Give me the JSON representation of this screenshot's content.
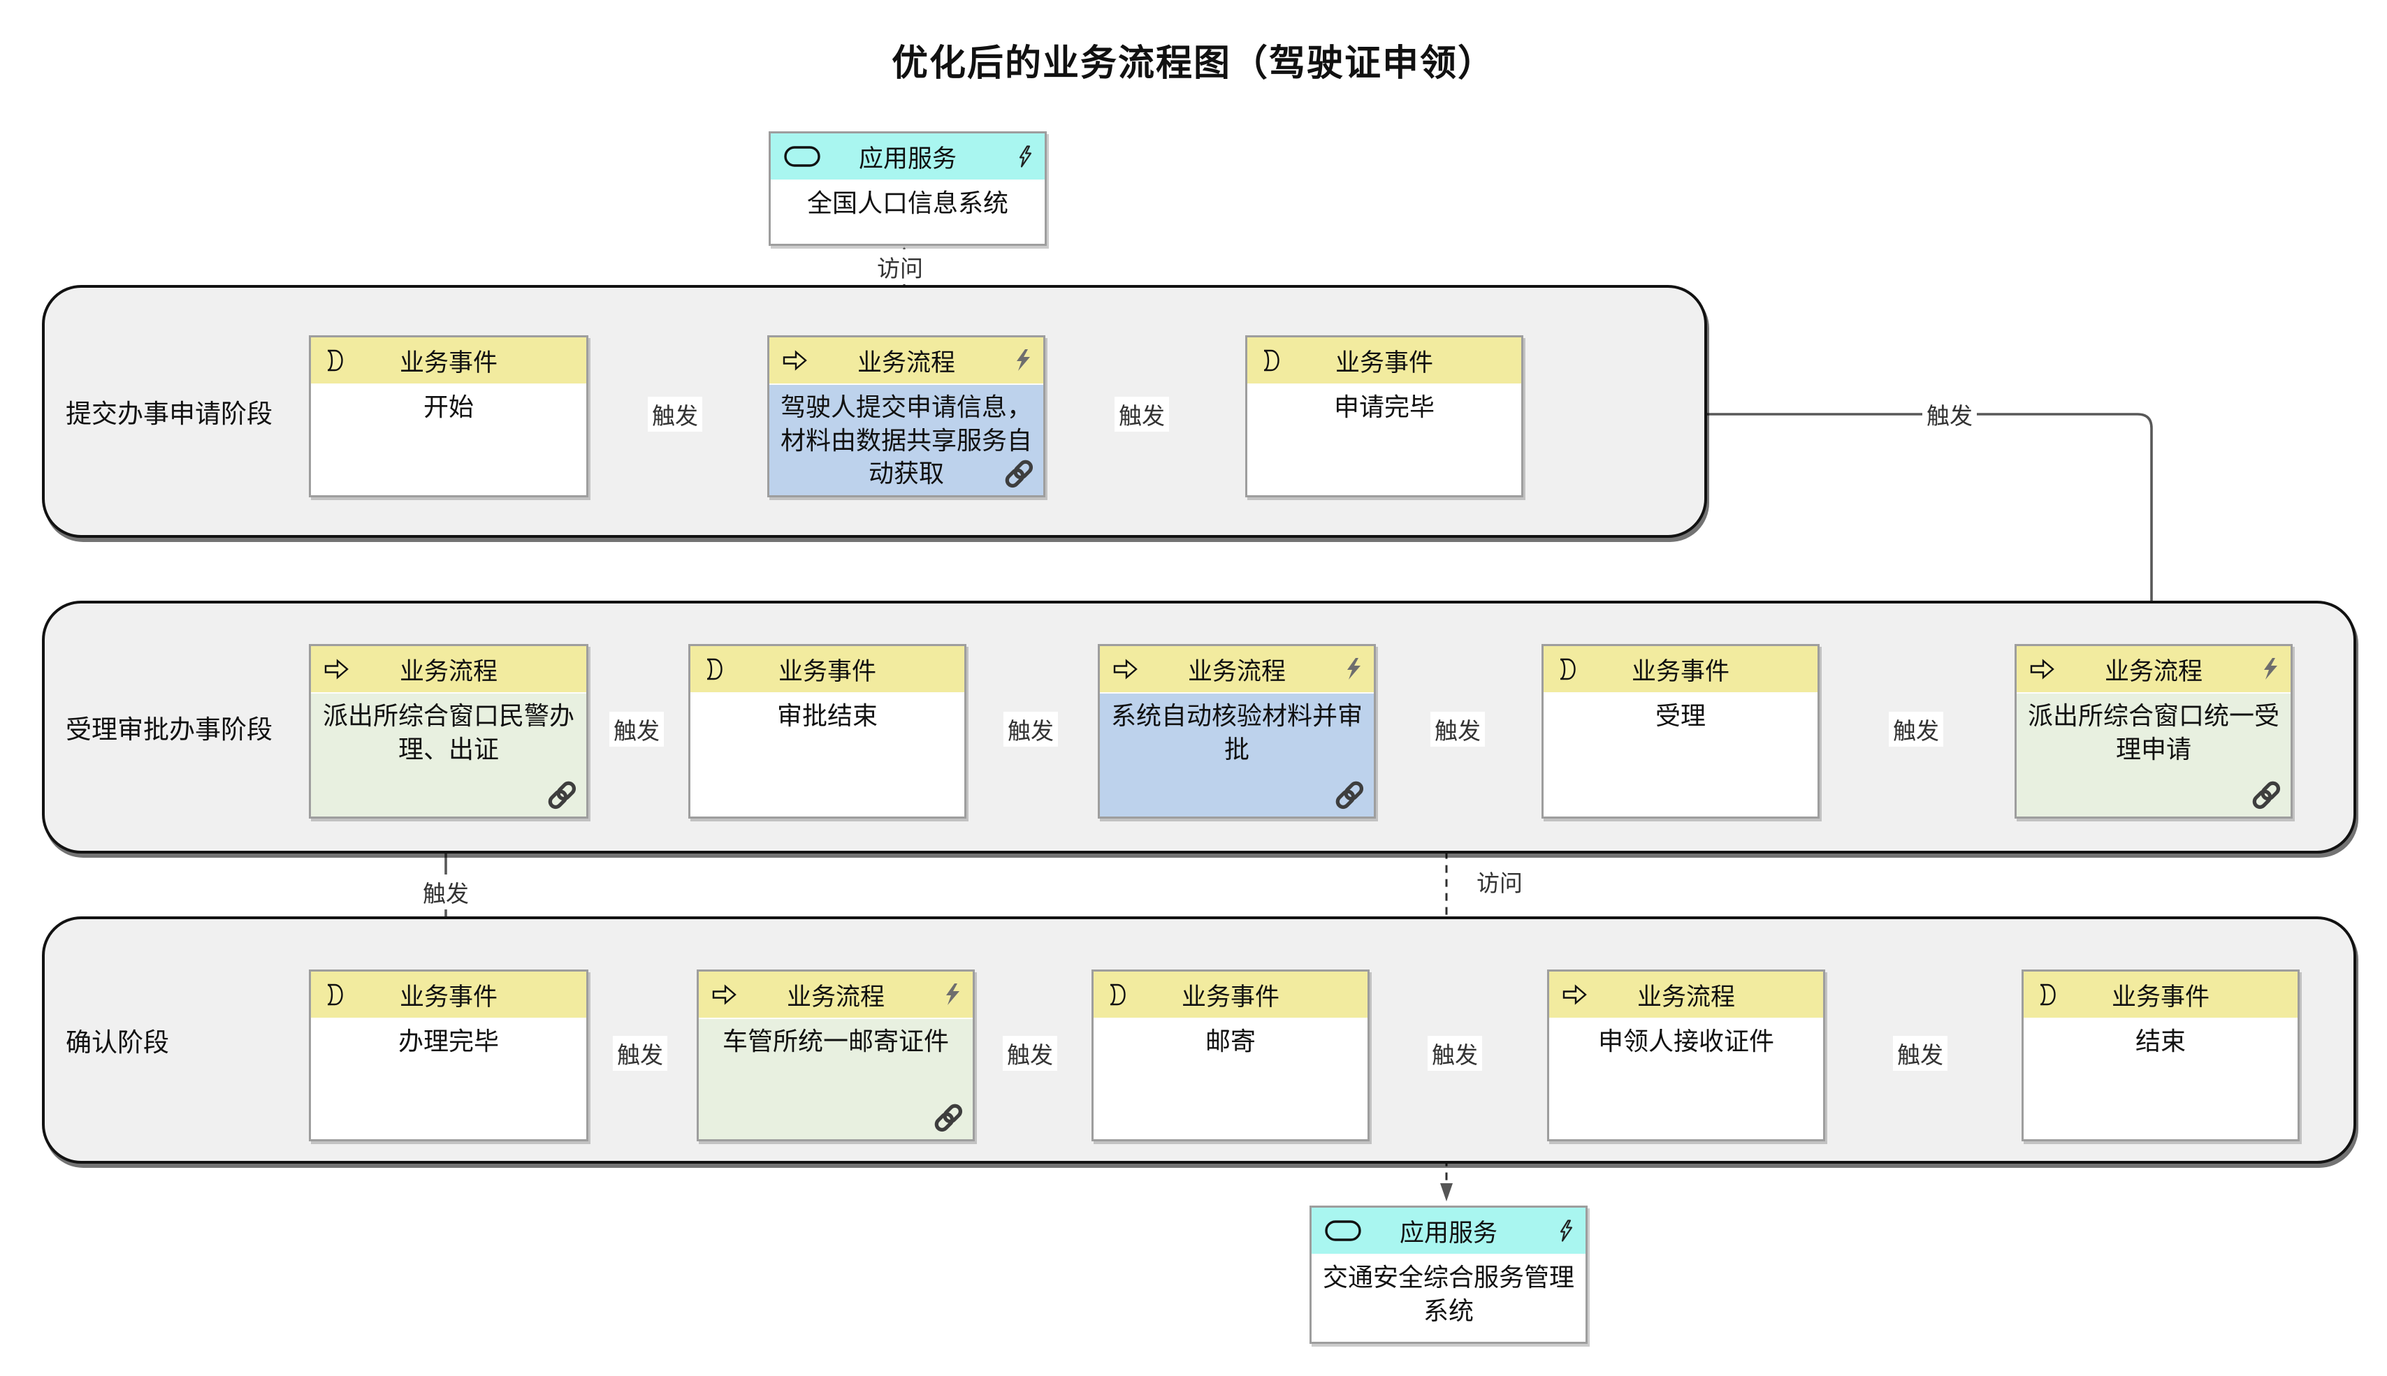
{
  "title": "优化后的业务流程图（驾驶证申领）",
  "lanes": [
    {
      "label": "提交办事申请阶段"
    },
    {
      "label": "受理审批办事阶段"
    },
    {
      "label": "确认阶段"
    }
  ],
  "services": {
    "top": {
      "type_label": "应用服务",
      "name": "全国人口信息系统"
    },
    "bottom": {
      "type_label": "应用服务",
      "name": "交通安全综合服务管理系统"
    }
  },
  "nodes": {
    "start": {
      "type_label": "业务事件",
      "name": "开始"
    },
    "submit": {
      "type_label": "业务流程",
      "name": "驾驶人提交申请信息，材料由数据共享服务自动获取"
    },
    "application_complete": {
      "type_label": "业务事件",
      "name": "申请完毕"
    },
    "police_window": {
      "type_label": "业务流程",
      "name": "派出所综合窗口民警办理、出证"
    },
    "approval_end": {
      "type_label": "业务事件",
      "name": "审批结束"
    },
    "auto_verify": {
      "type_label": "业务流程",
      "name": "系统自动核验材料并审批"
    },
    "accept": {
      "type_label": "业务事件",
      "name": "受理"
    },
    "unified_accept": {
      "type_label": "业务流程",
      "name": "派出所综合窗口统一受理申请"
    },
    "handling_complete": {
      "type_label": "业务事件",
      "name": "办理完毕"
    },
    "mail_certificate": {
      "type_label": "业务流程",
      "name": "车管所统一邮寄证件"
    },
    "mail": {
      "type_label": "业务事件",
      "name": "邮寄"
    },
    "receive_certificate": {
      "type_label": "业务流程",
      "name": "申领人接收证件"
    },
    "end": {
      "type_label": "业务事件",
      "name": "结束"
    }
  },
  "edges": [
    {
      "from": "start",
      "to": "submit",
      "label": "触发"
    },
    {
      "from": "submit",
      "to": "application_complete",
      "label": "触发"
    },
    {
      "from": "application_complete",
      "to": "unified_accept",
      "label": "触发"
    },
    {
      "from": "submit",
      "to": "national_population_system",
      "label": "访问"
    },
    {
      "from": "unified_accept",
      "to": "accept",
      "label": "触发"
    },
    {
      "from": "accept",
      "to": "auto_verify",
      "label": "触发"
    },
    {
      "from": "auto_verify",
      "to": "approval_end",
      "label": "触发"
    },
    {
      "from": "approval_end",
      "to": "police_window",
      "label": "触发"
    },
    {
      "from": "police_window",
      "to": "handling_complete",
      "label": "触发"
    },
    {
      "from": "auto_verify",
      "to": "traffic_safety_system",
      "label": "访问"
    },
    {
      "from": "handling_complete",
      "to": "mail_certificate",
      "label": "触发"
    },
    {
      "from": "mail_certificate",
      "to": "mail",
      "label": "触发"
    },
    {
      "from": "mail",
      "to": "receive_certificate",
      "label": "触发"
    },
    {
      "from": "receive_certificate",
      "to": "end",
      "label": "触发"
    }
  ],
  "icons": {
    "business_event": "crescent-d",
    "business_process": "block-arrow-right",
    "automation": "lightning-bolt",
    "composition": "chain-link",
    "application_service": "rounded-rectangle"
  },
  "colors": {
    "header_yellow": "#f2eb9f",
    "header_cyan": "#a9f6f0",
    "body_blue": "#bdd2ec",
    "body_green": "#e8f0e0",
    "lane_fill": "#f0f0f0",
    "connector": "#555555"
  }
}
